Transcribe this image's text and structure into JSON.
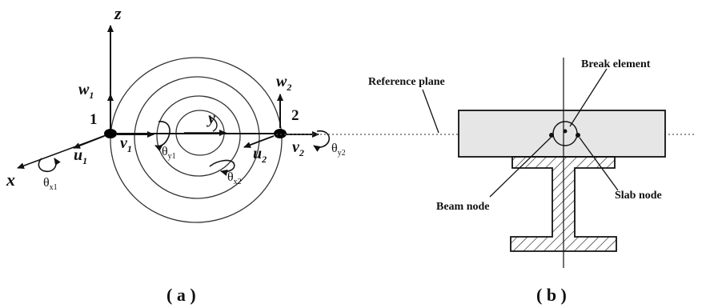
{
  "panel_a": {
    "caption": "( a )",
    "labels": {
      "z": "z",
      "x": "x",
      "y": "y",
      "w1": "w",
      "w1_sub": "1",
      "w2": "w",
      "w2_sub": "2",
      "u1": "u",
      "u1_sub": "1",
      "u2": "u",
      "u2_sub": "2",
      "v1": "v",
      "v1_sub": "1",
      "v2": "v",
      "v2_sub": "2",
      "node1": "1",
      "node2": "2",
      "theta_x1": "θ",
      "theta_x1_sub": "x1",
      "theta_x2": "θ",
      "theta_x2_sub": "x2",
      "theta_y1": "θ",
      "theta_y1_sub": "y1",
      "theta_y2": "θ",
      "theta_y2_sub": "y2"
    }
  },
  "panel_b": {
    "caption": "( b )",
    "reference_plane": "Reference plane",
    "break_element": "Break element",
    "beam_node": "Beam node",
    "slab_node": "Slab node"
  },
  "colors": {
    "ink": "#111111",
    "slab_fill": "#e6e6e6",
    "hatch": "#222222"
  }
}
